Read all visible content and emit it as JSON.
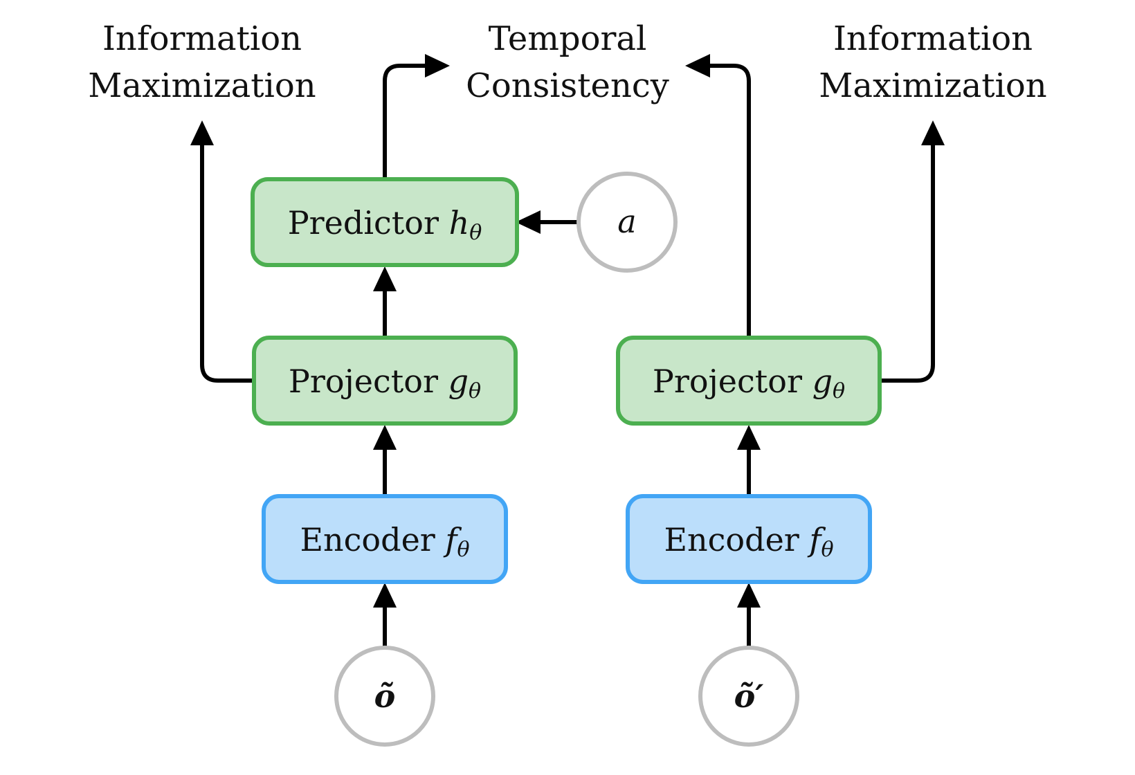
{
  "labels": {
    "info_max_left_line1": "Information",
    "info_max_left_line2": "Maximization",
    "temporal_line1": "Temporal",
    "temporal_line2": "Consistency",
    "info_max_right_line1": "Information",
    "info_max_right_line2": "Maximization"
  },
  "nodes": {
    "predictor": {
      "text": "Predictor",
      "math": "h",
      "sub": "θ"
    },
    "projector_left": {
      "text": "Projector",
      "math": "g",
      "sub": "θ"
    },
    "projector_right": {
      "text": "Projector",
      "math": "g",
      "sub": "θ"
    },
    "encoder_left": {
      "text": "Encoder",
      "math": "f",
      "sub": "θ"
    },
    "encoder_right": {
      "text": "Encoder",
      "math": "f",
      "sub": "θ"
    }
  },
  "inputs": {
    "action": "a",
    "obs_left": "õ",
    "obs_right": "õ′"
  },
  "colors": {
    "green_fill": "#c8e6c9",
    "green_border": "#4caf50",
    "blue_fill": "#bbdefb",
    "blue_border": "#42a5f5",
    "circle_border": "#bdbdbd"
  }
}
